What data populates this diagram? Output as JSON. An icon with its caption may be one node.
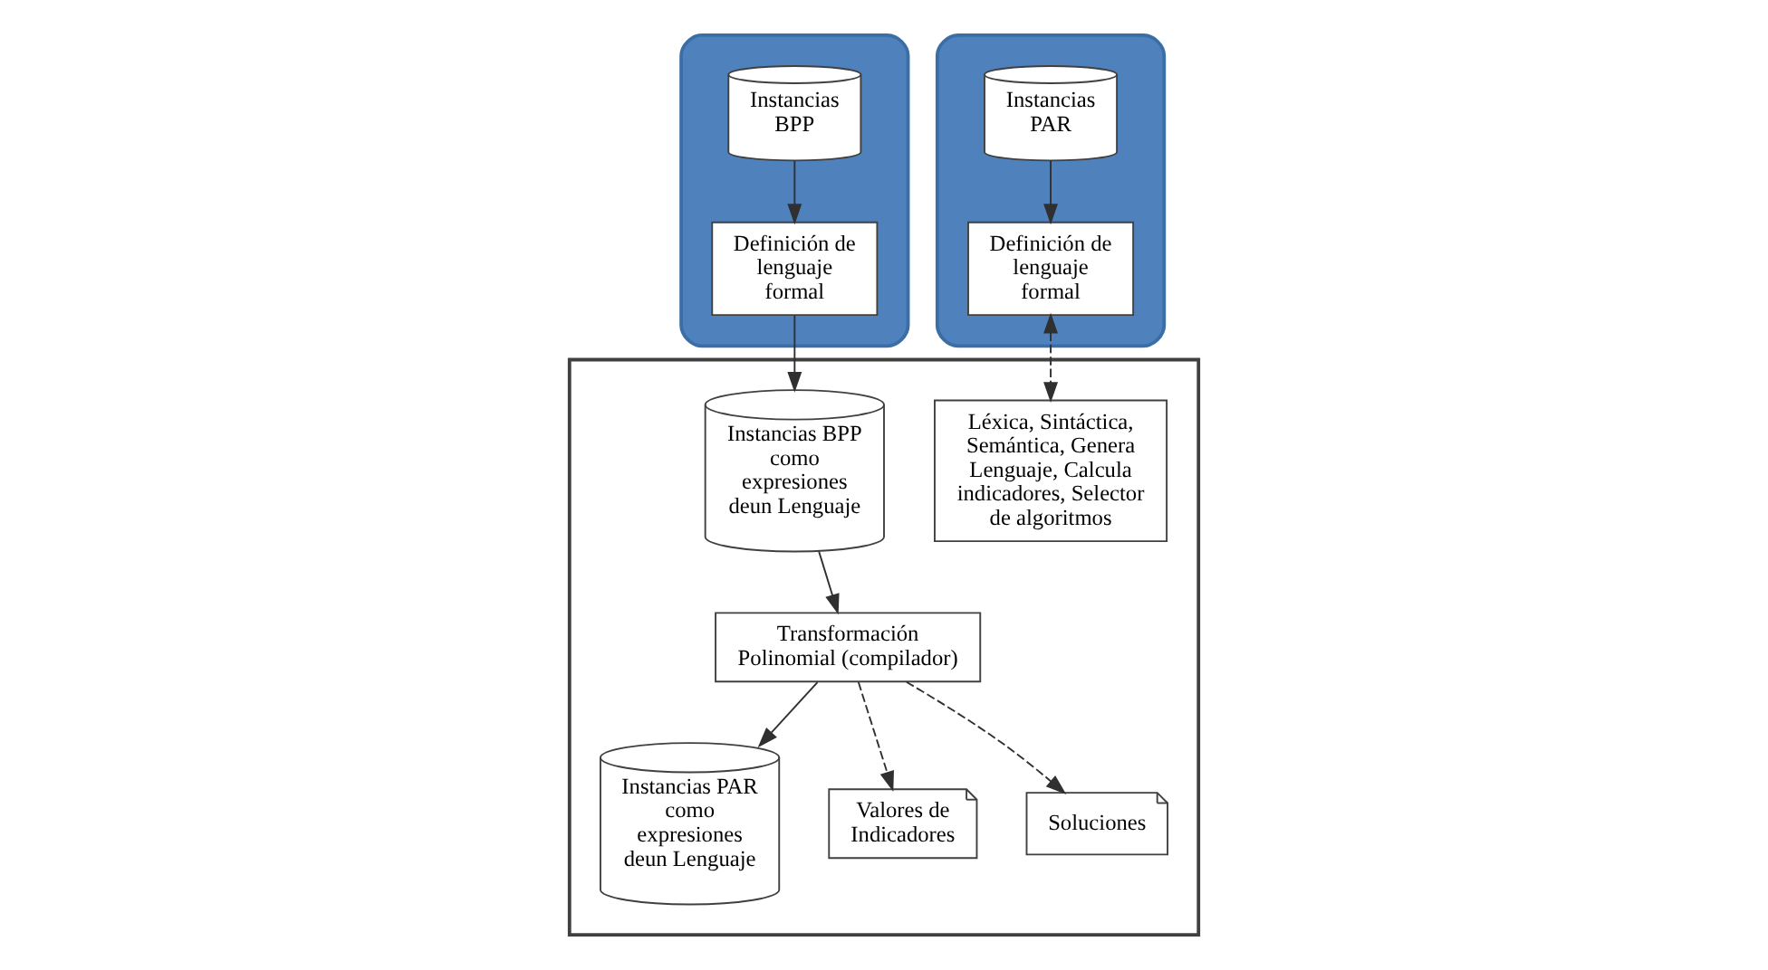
{
  "diagram": {
    "nodes": [
      {
        "text": [],
        "shape": "ellipse"
      },
      {
        "text": [
          "Instancias BPP"
        ],
        "in": 0
      },
      {
        "text": [
          "Definición de lenguaje formal"
        ],
        "in": 0
      },
      {
        "text": [],
        "shape": "box"
      },
      {
        "text": [
          "Instancias BPP como expresiones deun Lenguaje"
        ],
        "in": 3
      },
      {
        "text": [
          "Instancias PAR como expresiones deun Lenguaje"
        ],
        "in": 3
      },
      {
        "text": [
          "Valores de Indicadores"
        ],
        "in": 3
      },
      {
        "text": [
          "Transformación Polinomial (compilador)"
        ],
        "in": 3
      },
      {
        "text": [
          "Soluciones"
        ],
        "in": 3
      },
      {
        "text": [
          "Léxica, Sintáctica, Semántica, Genera Lenguaje, Calcula indicadores, Selector de algoritmos"
        ],
        "in": 3
      },
      {
        "text": [],
        "shape": "ellipse"
      },
      {
        "text": [
          "Instancias PAR"
        ],
        "in": 10
      },
      {
        "text": [
          "Definición de lenguaje formal"
        ],
        "in": 10
      }
    ],
    "edges": [
      {
        "from": 1,
        "to": 2,
        "arrow": "to"
      },
      {
        "from": 2,
        "to": 4,
        "arrow": "to"
      },
      {
        "from": 4,
        "to": 7,
        "arrow": "to"
      },
      {
        "from": 7,
        "to": 5,
        "arrow": "to"
      },
      {
        "from": 7,
        "to": 6,
        "arrow": "to",
        "style": "dashed"
      },
      {
        "from": 7,
        "to": 8,
        "arrow": "to",
        "style": "dashed"
      },
      {
        "from": 12,
        "to": 9,
        "arrow": "both",
        "style": "dashed"
      },
      {
        "from": 11,
        "to": 12,
        "arrow": "to"
      }
    ]
  }
}
